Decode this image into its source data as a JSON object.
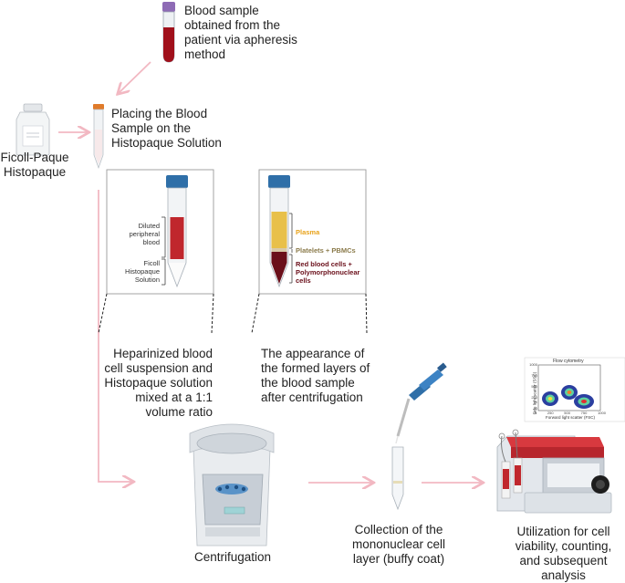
{
  "steps": {
    "blood_sample": "Blood sample obtained from the patient via apheresis method",
    "placing": "Placing the Blood Sample on the Histopaque Solution",
    "reagent": "Ficoll-Paque Histopaque",
    "mixed": "Heparinized blood cell suspension and Histopaque solution mixed at a 1:1 volume ratio",
    "layers_caption": "The appearance of the formed layers of the blood sample after centrifugation",
    "centrifugation": "Centrifugation",
    "collection": "Collection of the mononuclear cell layer (buffy coat)",
    "utilization": "Utilization for cell viability, counting, and subsequent analysis"
  },
  "tube_left": {
    "blood": "Diluted peripheral blood",
    "ficoll": "Ficoll Histopaque Solution"
  },
  "tube_right": {
    "plasma": "Plasma",
    "pbmc": "Platelets + PBMCs",
    "rbc": "Red blood cells + Polymorphonuclear cells"
  },
  "flow": {
    "title": "Flow cytometry",
    "ylabel": "Side light scatter (SSC)",
    "xlabel": "Forward light scatter (FSC)",
    "xticks": [
      "0",
      "250",
      "500",
      "750",
      "1000"
    ],
    "yticks": [
      "0",
      "250",
      "500",
      "750",
      "1000"
    ]
  },
  "colors": {
    "arrow": "#f2b8c2",
    "plasma": "#e8a21a",
    "pbmc": "#8a7a4a",
    "rbc": "#6a0f1a",
    "blood": "#c0272d",
    "cap_blue": "#2f6fa8"
  }
}
